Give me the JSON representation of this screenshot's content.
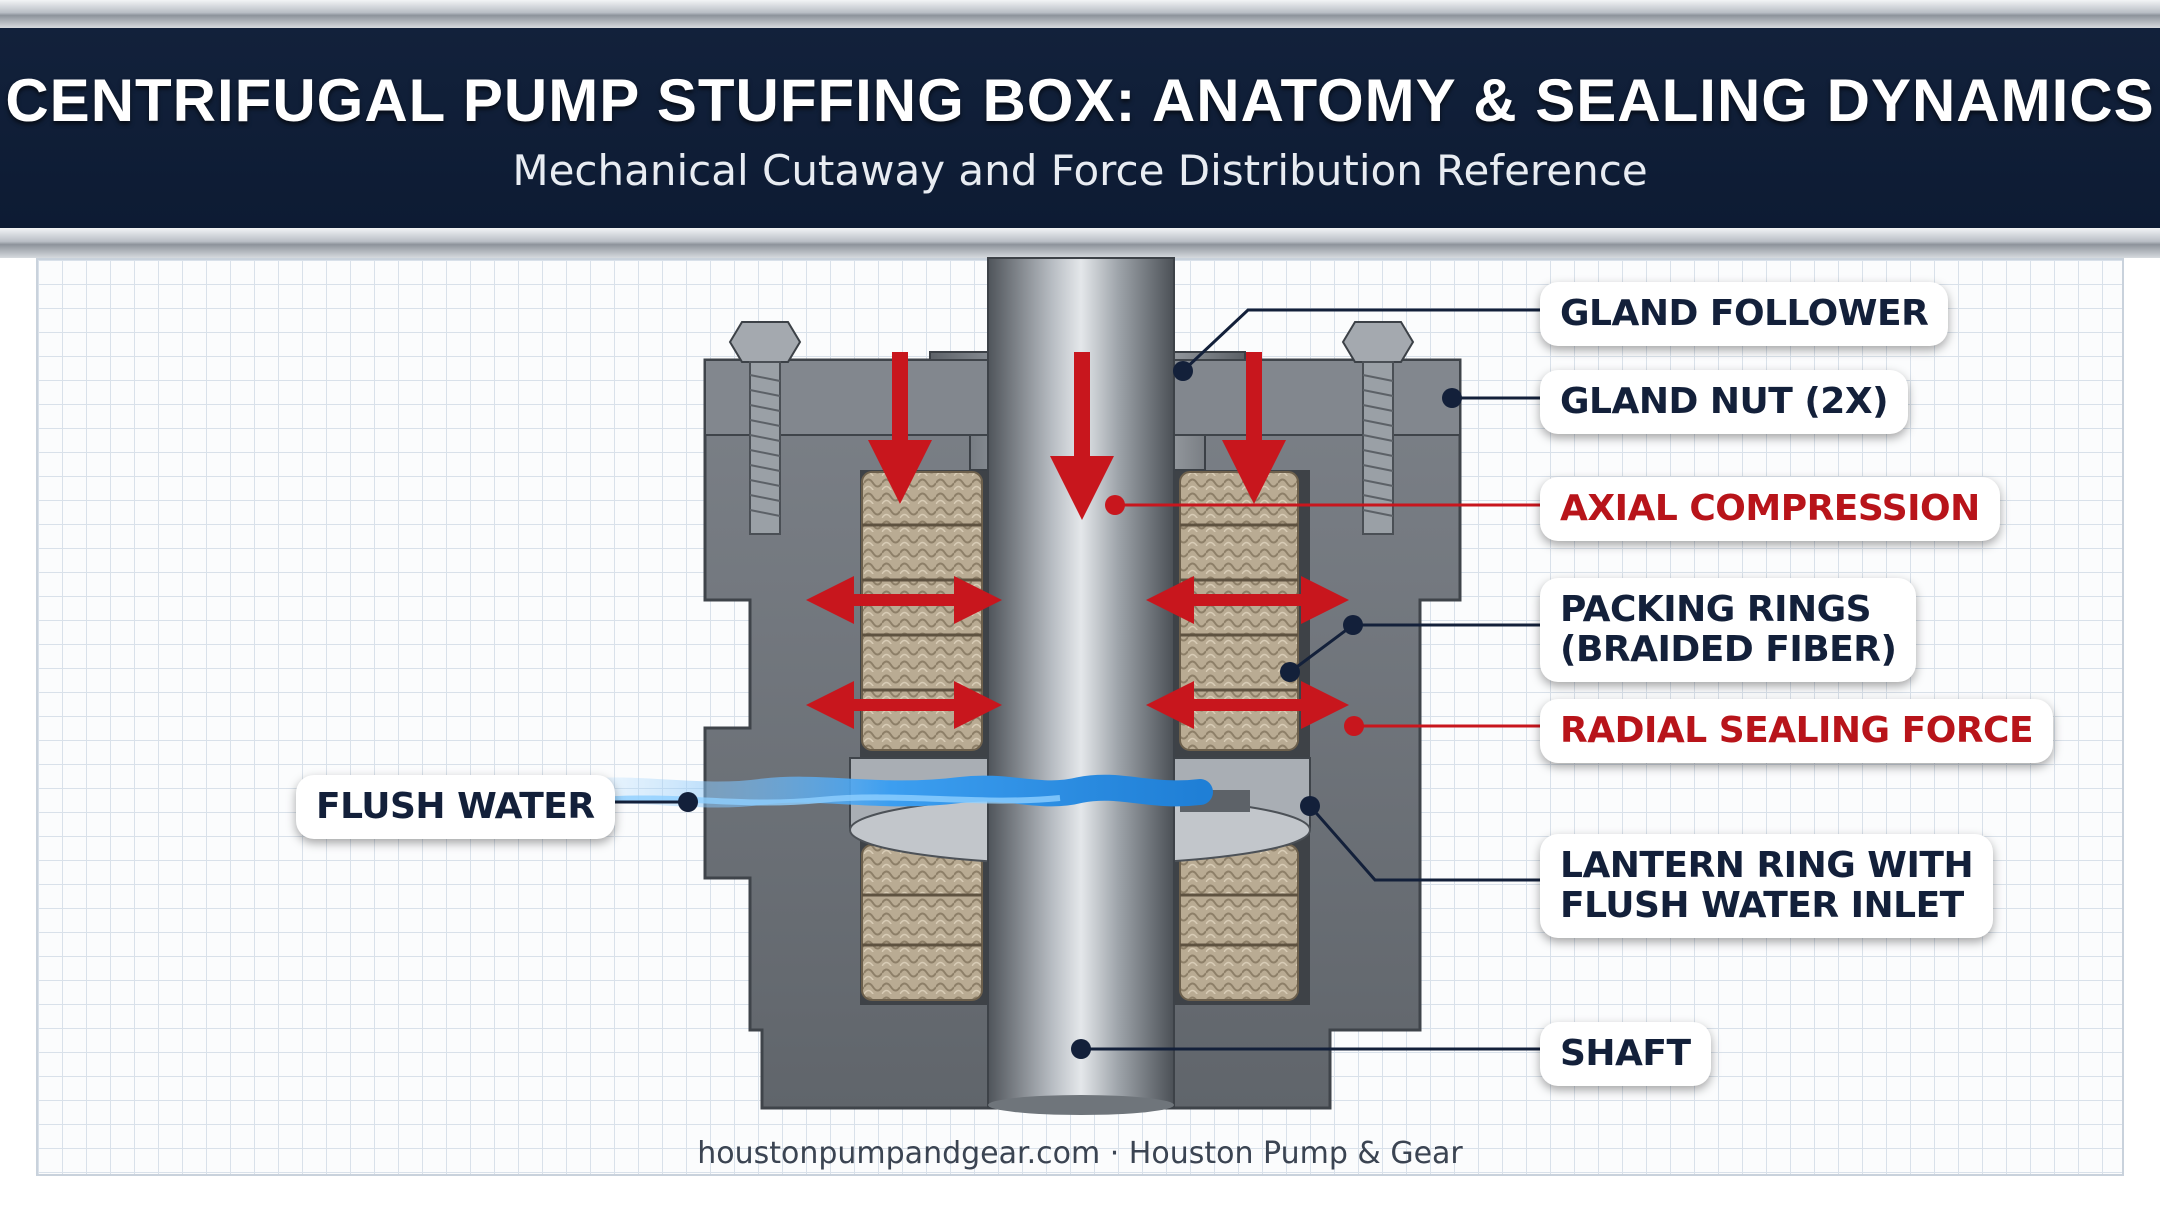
{
  "header": {
    "title": "CENTRIFUGAL PUMP STUFFING BOX: ANATOMY & SEALING DYNAMICS",
    "subtitle": "Mechanical Cutaway and Force Distribution Reference"
  },
  "callouts": {
    "gland_follower": "GLAND FOLLOWER",
    "gland_nut": "GLAND NUT (2X)",
    "axial_compression": "AXIAL COMPRESSION",
    "packing_rings_line1": "PACKING RINGS",
    "packing_rings_line2": "(BRAIDED FIBER)",
    "radial_sealing_force": "RADIAL SEALING FORCE",
    "lantern_ring_line1": "LANTERN RING WITH",
    "lantern_ring_line2": "FLUSH WATER INLET",
    "shaft": "SHAFT",
    "flush_water": "FLUSH WATER"
  },
  "footer": {
    "credit": "houstonpumpandgear.com · Houston Pump & Gear"
  },
  "colors": {
    "navy": "#13203a",
    "force_red": "#c8161d",
    "flush_blue": "#2d8fe0",
    "steel": "#7d838a",
    "packing": "#b7a88f"
  }
}
